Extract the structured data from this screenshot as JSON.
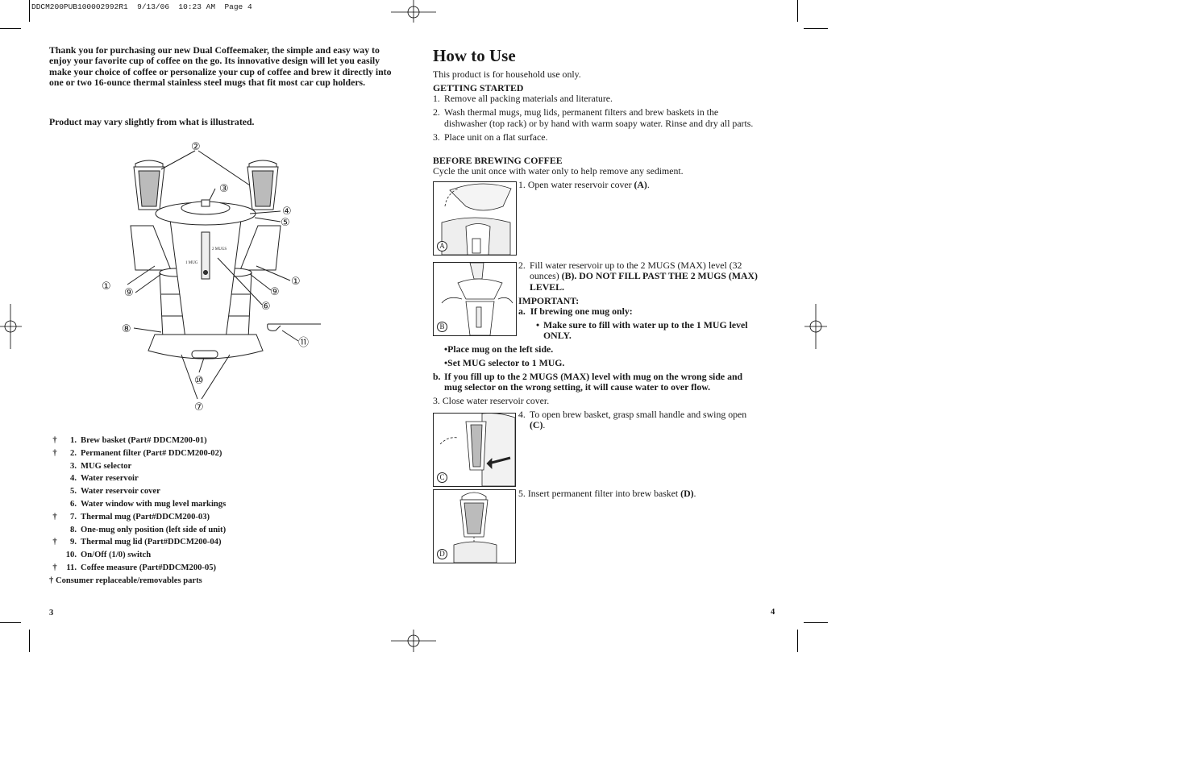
{
  "slug": "DDCM200PUB100002992R1  9/13/06  10:23 AM  Page 4",
  "left": {
    "intro": "Thank you for purchasing our new Dual Coffeemaker, the simple and easy way to enjoy your favorite cup of coffee on the go. Its innovative design will let you easily make your choice of coffee or personalize your cup of coffee and brew it directly into one or two 16-ounce thermal stainless steel mugs that fit most car cup holders.",
    "vary_note": "Product may vary slightly from what is illustrated.",
    "diagram_callouts": [
      "①",
      "②",
      "③",
      "④",
      "⑤",
      "⑥",
      "⑦",
      "⑧",
      "⑨",
      "⑩",
      "⑪"
    ],
    "diagram_panel_text": {
      "one_mug": "1 MUG",
      "two_mugs": "2 MUGS"
    },
    "parts": [
      {
        "mark": "†",
        "num": "1.",
        "text": "Brew basket (Part# DDCM200-01)"
      },
      {
        "mark": "†",
        "num": "2.",
        "text": "Permanent filter (Part# DDCM200-02)"
      },
      {
        "mark": "",
        "num": "3.",
        "text": "MUG selector"
      },
      {
        "mark": "",
        "num": "4.",
        "text": "Water reservoir"
      },
      {
        "mark": "",
        "num": "5.",
        "text": "Water reservoir cover"
      },
      {
        "mark": "",
        "num": "6.",
        "text": "Water window with mug level markings"
      },
      {
        "mark": "†",
        "num": "7.",
        "text": "Thermal mug (Part#DDCM200-03)"
      },
      {
        "mark": "",
        "num": "8.",
        "text": "One-mug only position (left side of unit)"
      },
      {
        "mark": "†",
        "num": "9.",
        "text": "Thermal mug lid (Part#DDCM200-04)"
      },
      {
        "mark": "",
        "num": "10.",
        "text": "On/Off (1/0) switch"
      },
      {
        "mark": "†",
        "num": "11.",
        "text": "Coffee measure (Part#DDCM200-05)"
      }
    ],
    "footnote": "† Consumer replaceable/removables parts",
    "page_number": "3"
  },
  "right": {
    "title": "How to Use",
    "household": "This product is for household use only.",
    "getting_started": {
      "heading": "GETTING STARTED",
      "items": [
        {
          "n": "1.",
          "text": "Remove all packing materials and literature."
        },
        {
          "n": "2.",
          "text": "Wash thermal mugs, mug lids, permanent filters and brew baskets in the dishwasher (top rack) or by hand with warm soapy water. Rinse and dry all parts."
        },
        {
          "n": "3.",
          "text": "Place unit on a flat surface."
        }
      ]
    },
    "before_brewing": {
      "heading": "BEFORE BREWING COFFEE",
      "intro": "Cycle the unit once with water only to help remove any sediment.",
      "step1": {
        "n": "1.",
        "text": "Open water reservoir cover ",
        "bold": "(A)",
        "end": "."
      },
      "step2": {
        "n": "2.",
        "text": "Fill water reservoir up to the 2 MUGS (MAX) level (32 ounces) ",
        "bold": "(B). DO NOT FILL PAST THE 2 MUGS (MAX) LEVEL."
      },
      "important": "IMPORTANT:",
      "a_label": "a.",
      "a_text": "If brewing one mug only:",
      "a_bullets": [
        "Make sure to fill with water up to the 1 MUG level ONLY.",
        "Place mug on the left side.",
        "Set MUG selector to 1 MUG."
      ],
      "b_label": "b.",
      "b_text": "If you fill up to the 2 MUGS (MAX) level with mug on the wrong side and mug selector on the wrong setting, it will cause water to over flow.",
      "step3": {
        "n": "3.",
        "text": "Close water reservoir cover."
      },
      "step4": {
        "n": "4.",
        "text": "To open brew basket, grasp small handle and swing open ",
        "bold": "(C)",
        "end": "."
      },
      "step5": {
        "n": "5.",
        "text": "Insert permanent filter into brew basket ",
        "bold": "(D)",
        "end": "."
      }
    },
    "figure_labels": {
      "a": "A",
      "b": "B",
      "c": "C",
      "d": "D"
    },
    "page_number": "4"
  }
}
